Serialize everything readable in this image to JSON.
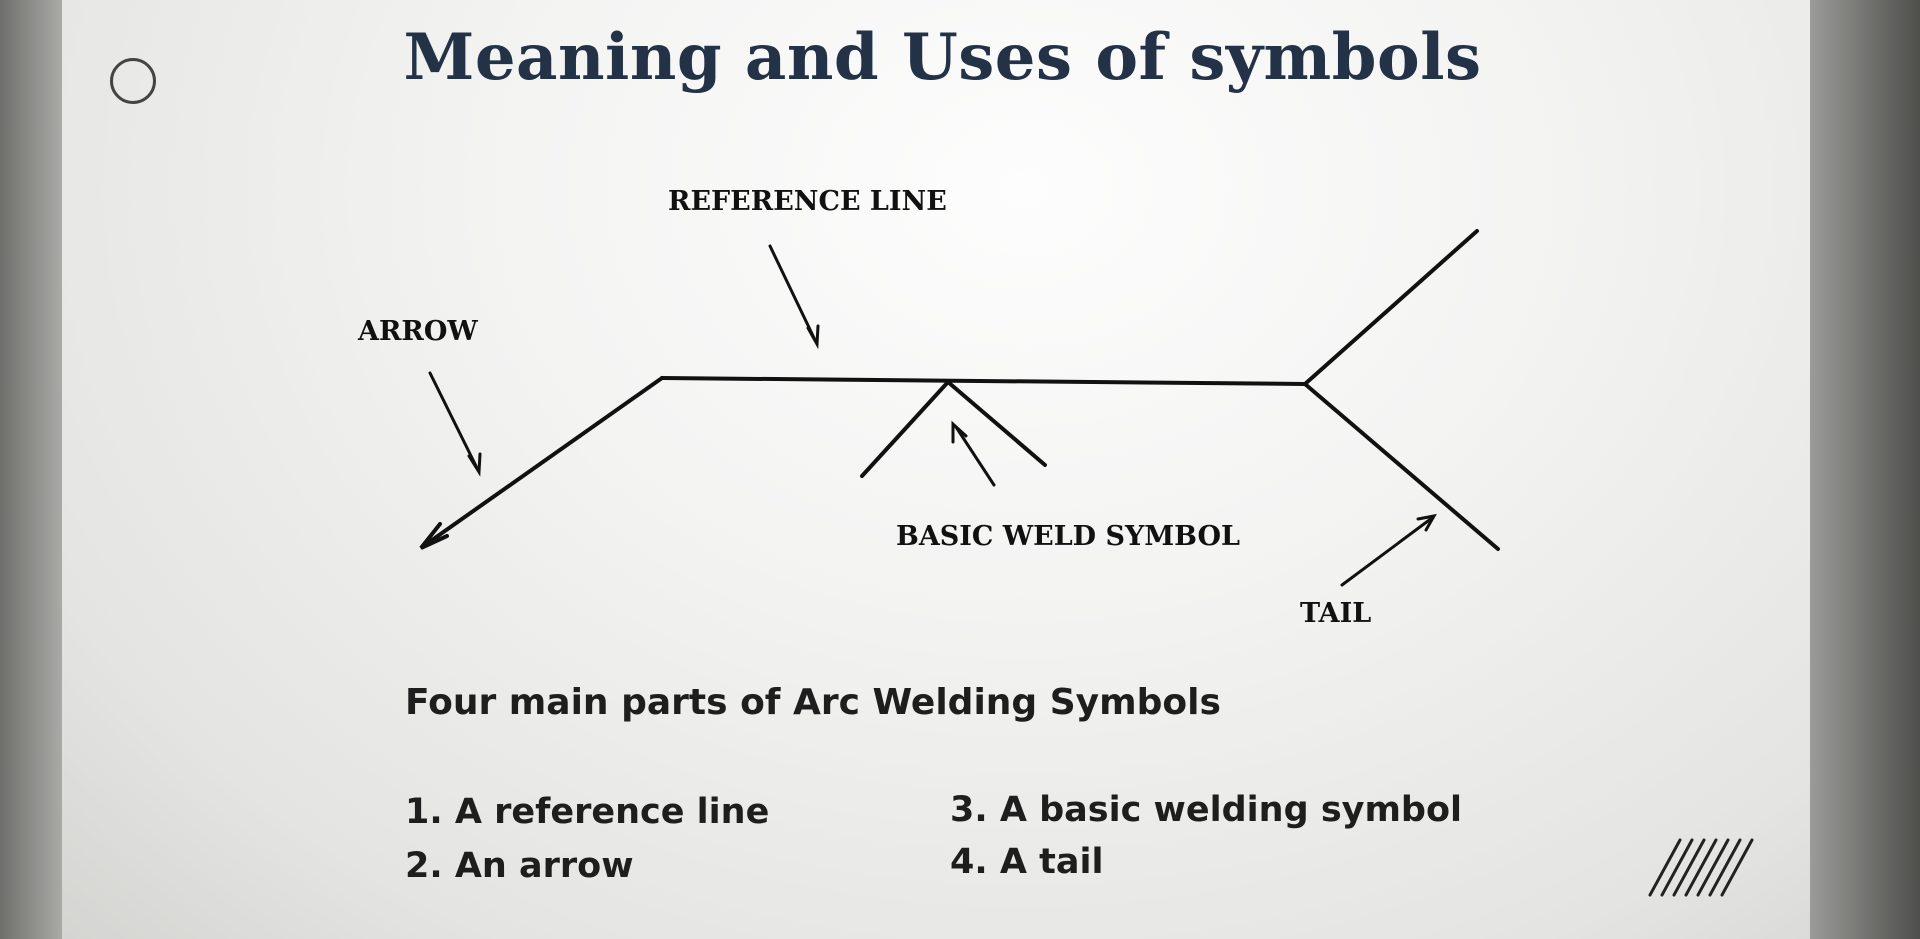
{
  "slide": {
    "title": "Meaning and Uses of symbols",
    "diagram": {
      "labels": {
        "reference_line": "REFERENCE LINE",
        "arrow": "ARROW",
        "basic_weld_symbol": "BASIC WELD SYMBOL",
        "tail": "TAIL"
      }
    },
    "subtitle": "Four main parts of Arc Welding Symbols",
    "parts": [
      "1. A reference line",
      "2. An arrow",
      "3. A basic welding symbol",
      "4. A tail"
    ]
  },
  "colors": {
    "title": "#233247",
    "ink": "#1e1e1e"
  },
  "icons": [
    "circle-button-icon",
    "stripes-decoration-icon"
  ]
}
